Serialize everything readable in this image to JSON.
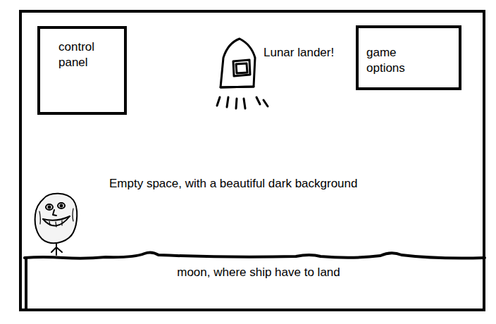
{
  "diagram": {
    "nodes": [
      {
        "text": [
          "Empty space, with a beautiful dark background"
        ]
      },
      {
        "text": [
          "control panel"
        ],
        "in": 0
      },
      {
        "text": [
          "game options"
        ],
        "in": 0
      },
      {
        "text": [
          "moon, where ship have to land"
        ],
        "in": 0
      }
    ],
    "labels": [
      "Lunar lander!"
    ]
  }
}
